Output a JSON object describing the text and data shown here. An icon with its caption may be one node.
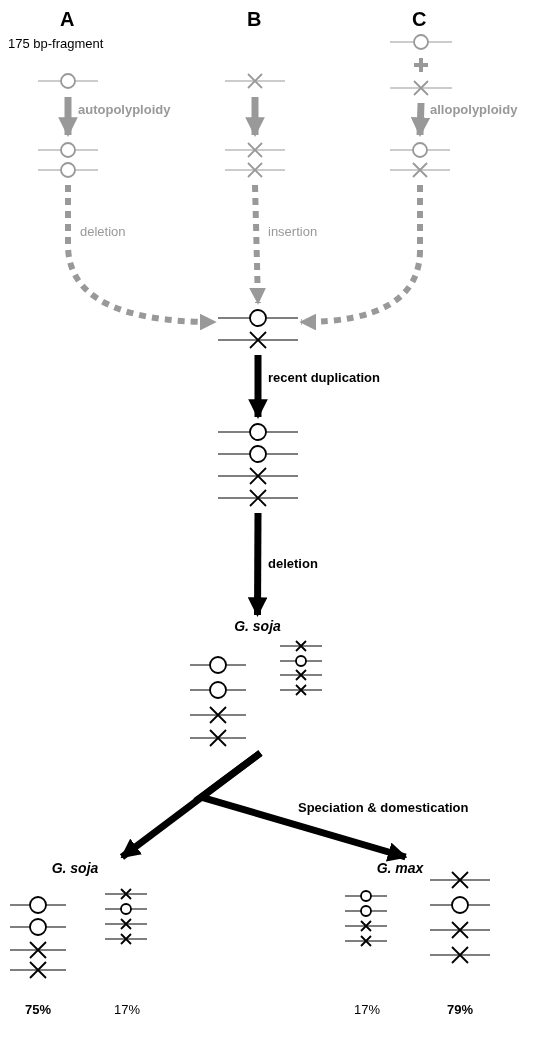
{
  "diagram": {
    "nodes": [
      {
        "text": [],
        "shape": "picture",
        "beside": [
          "175 bp-fragment"
        ]
      },
      {
        "text": [],
        "shape": "picture"
      },
      {
        "text": [],
        "shape": "picture"
      },
      {
        "text": [],
        "shape": "picture"
      },
      {
        "text": [],
        "shape": "picture"
      },
      {
        "text": [],
        "shape": "picture"
      },
      {
        "text": [],
        "shape": "picture"
      },
      {
        "text": [],
        "shape": "picture"
      },
      {
        "text": [
          "G. soja"
        ]
      },
      {
        "text": [],
        "shape": "picture",
        "in": 8
      },
      {
        "text": [],
        "shape": "picture",
        "in": 8
      },
      {
        "text": [
          "G. soja"
        ]
      },
      {
        "text": [],
        "shape": "picture",
        "in": 11,
        "beside": [
          "75%"
        ]
      },
      {
        "text": [],
        "shape": "picture",
        "in": 11
      },
      {
        "text": [
          "G. max"
        ]
      },
      {
        "text": [],
        "shape": "picture",
        "in": 14
      },
      {
        "text": [],
        "shape": "picture",
        "in": 14,
        "beside": [
          "79%"
        ]
      }
    ],
    "edges": [
      {
        "from": 0,
        "to": 3,
        "arrow": "to",
        "label": "autopolyploidy"
      },
      {
        "from": 1,
        "to": 4,
        "arrow": "to"
      },
      {
        "from": 2,
        "to": 5,
        "arrow": "to",
        "label": "allopolyploidy"
      },
      {
        "from": 3,
        "to": 6,
        "arrow": "to",
        "label": "deletion",
        "style": "dashed"
      },
      {
        "from": 4,
        "to": 6,
        "arrow": "to",
        "label": "insertion",
        "style": "dashed"
      },
      {
        "from": 5,
        "to": 6,
        "arrow": "to",
        "style": "dashed"
      },
      {
        "from": 6,
        "to": 7,
        "arrow": "to",
        "label": "recent duplication",
        "color": "#000000"
      },
      {
        "from": 7,
        "to": 8,
        "arrow": "to",
        "label": "deletion",
        "color": "#000000"
      },
      {
        "from": 8,
        "to": 11,
        "arrow": "to",
        "color": "#000000"
      },
      {
        "from": 8,
        "to": 14,
        "arrow": "to",
        "label": "Speciation & domestication",
        "color": "#000000"
      }
    ],
    "labels": [
      "A",
      "B",
      "C",
      "17%",
      "17%"
    ]
  }
}
